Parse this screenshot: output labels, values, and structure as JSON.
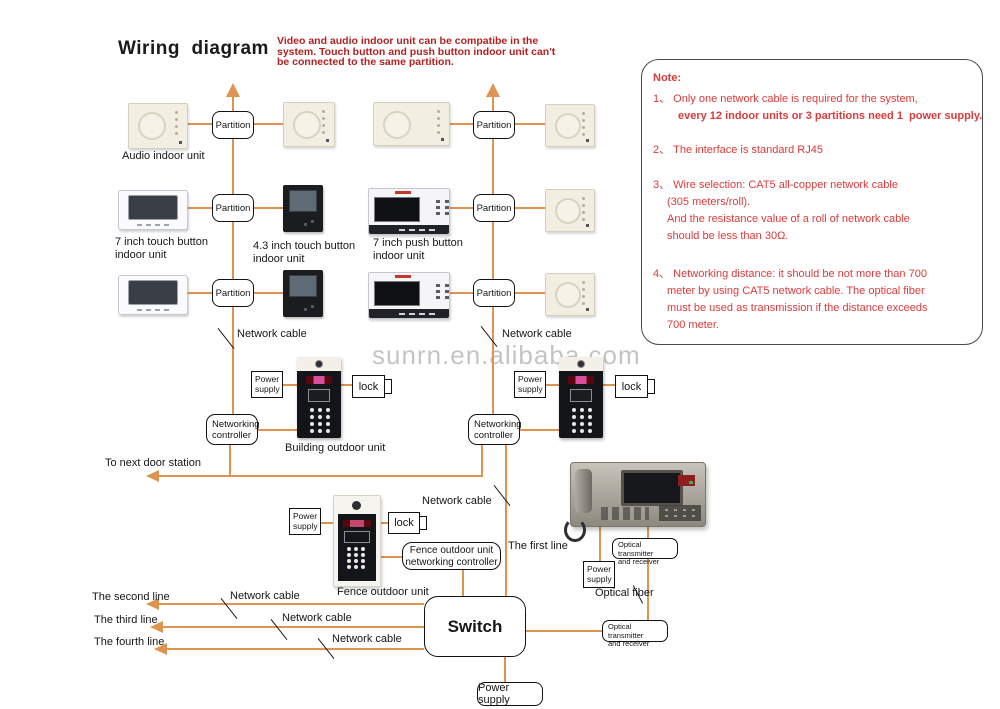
{
  "title": "Wiring  diagram",
  "warning": {
    "line1": "Video and audio indoor unit can be compatibe in the",
    "line2": "system. Touch button and push button indoor unit can't",
    "line3": "be connected to the same partition."
  },
  "watermark": "sunrn.en.alibaba.com",
  "note": {
    "heading": "Note:",
    "items": [
      {
        "lines": [
          "1、 Only one network cable is required for the system,",
          "every 12 indoor units or 3 partitions need 1  power supply."
        ]
      },
      {
        "lines": [
          "2、 The interface is standard RJ45"
        ]
      },
      {
        "lines": [
          "3、 Wire selection: CAT5 all-copper network cable",
          "(305 meters/roll).",
          "And the resistance value of a roll of network cable",
          "should be less than 30Ω."
        ]
      },
      {
        "lines": [
          "4、 Networking distance: it should be not more than 700",
          "meter by using CAT5 network cable. The optical fiber",
          "must be used as transmission if the distance exceeds",
          "700 meter."
        ]
      }
    ]
  },
  "labels": {
    "partition": "Partition",
    "audio_indoor_unit": "Audio indoor unit",
    "touch7_line1": "7 inch touch button",
    "touch7_line2": "indoor unit",
    "touch43_line1": "4.3 inch touch button",
    "touch43_line2": "indoor unit",
    "push7_line1": "7 inch push button",
    "push7_line2": "indoor unit",
    "network_cable": "Network cable",
    "power_line1": "Power",
    "power_line2": "supply",
    "power_supply": "Power supply",
    "lock": "lock",
    "netctrl_line1": "Networking",
    "netctrl_line2": "controller",
    "building_outdoor_unit": "Building outdoor unit",
    "fence_outdoor_unit": "Fence outdoor unit",
    "fencectrl_line1": "Fence outdoor unit",
    "fencectrl_line2": "networking controller",
    "to_next_door_station": "To next door station",
    "the_first_line": "The first line",
    "the_second_line": "The second line",
    "the_third_line": "The third line",
    "the_fourth_line": "The fourth line",
    "switch": "Switch",
    "optical_line1": "Optical transmitter",
    "optical_line2": "and receiver",
    "optical_fiber": "Optical fiber"
  },
  "colors": {
    "line_orange": "#de9450",
    "warning_red": "#b41f1f",
    "note_red": "#da3b3b"
  }
}
